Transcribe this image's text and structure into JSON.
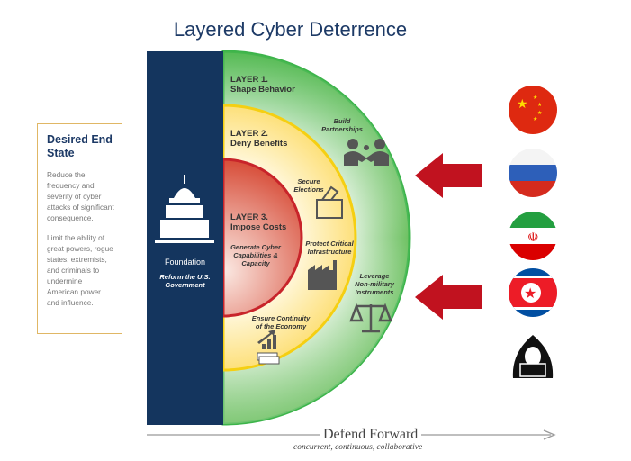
{
  "title": "Layered Cyber Deterrence",
  "end_state": {
    "heading": "Desired End State",
    "p1": "Reduce the frequency and severity of cyber attacks of significant consequence.",
    "p2": "Limit the ability of great powers, rogue states, extremists, and criminals to undermine American power and influence."
  },
  "foundation": {
    "label": "Foundation",
    "sub": "Reform the U.S. Government"
  },
  "layers": [
    {
      "num": "LAYER 1.",
      "name": "Shape Behavior",
      "color": "#3cb44a"
    },
    {
      "num": "LAYER 2.",
      "name": "Deny Benefits",
      "color": "#f5cf12"
    },
    {
      "num": "LAYER 3.",
      "name": "Impose Costs",
      "color": "#c8242a"
    }
  ],
  "items": {
    "build": "Build Partnerships",
    "secure": "Secure Elections",
    "generate": "Generate Cyber Capabilities & Capacity",
    "protect": "Protect Critical Infrastructure",
    "leverage": "Leverage Non-military Instruments",
    "ensure": "Ensure Continuity of the Economy"
  },
  "threats": [
    "china-flag",
    "russia-flag",
    "iran-flag",
    "north-korea-flag",
    "hacker-icon"
  ],
  "defend": {
    "title": "Defend Forward",
    "sub": "concurrent, continuous, collaborative"
  }
}
